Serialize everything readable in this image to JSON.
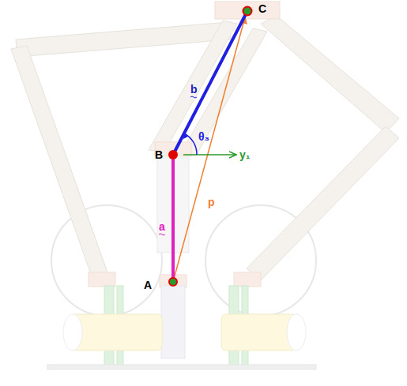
{
  "diagram": {
    "labels": [
      "C",
      "b",
      "θ₃",
      "B",
      "y₁",
      "a",
      "p",
      "A"
    ]
  }
}
